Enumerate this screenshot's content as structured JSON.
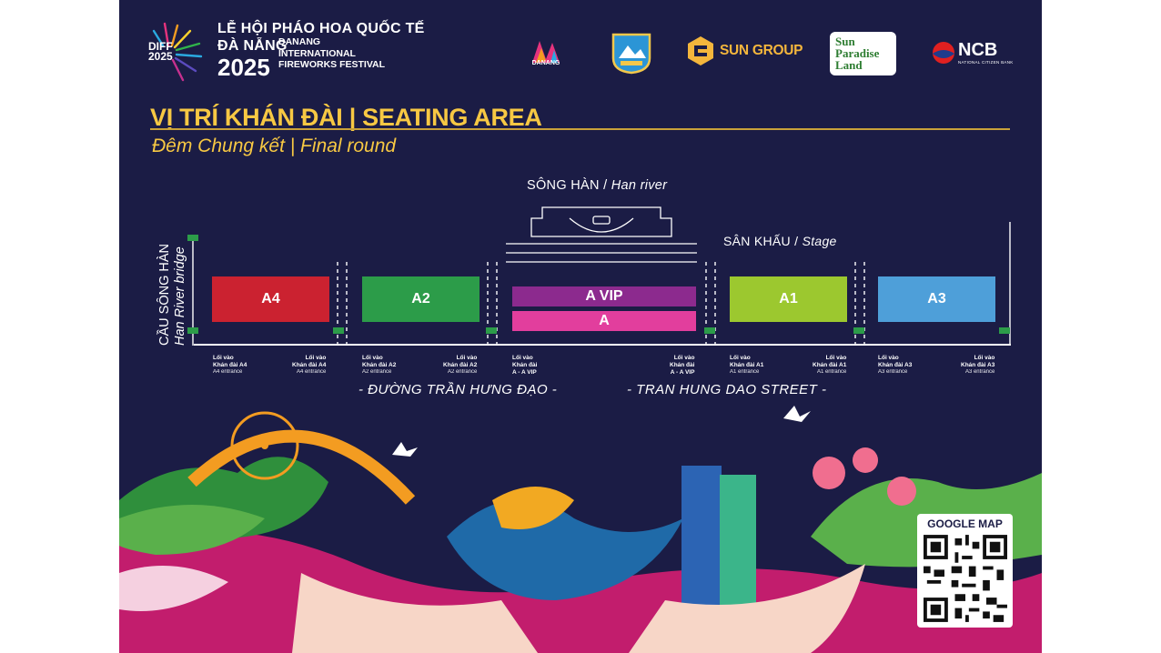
{
  "festival": {
    "logo_text": "DIFF\n2025",
    "name_vn": "LỄ HỘI PHÁO HOA QUỐC TẾ\nĐÀ NẴNG",
    "year": "2025",
    "name_en": "DANANG\nINTERNATIONAL\nFIREWORKS FESTIVAL"
  },
  "sponsors": {
    "danang_label": "DANANG",
    "sun_group": "SUN GROUP",
    "sun_paradise": "Sun\nParadise\nLand",
    "ncb": "NCB",
    "ncb_sub": "NATIONAL CITIZEN BANK"
  },
  "heading": {
    "title": "VỊ TRÍ KHÁN ĐÀI | SEATING AREA",
    "subtitle": "Đêm Chung kết | Final round"
  },
  "map": {
    "river_vn": "SÔNG HÀN",
    "river_en": "Han river",
    "stage_vn": "SÂN KHẤU",
    "stage_en": "Stage",
    "bridge_vn": "CẦU SÔNG HÀN",
    "bridge_en": "Han River bridge",
    "sections": {
      "a4": "A4",
      "a2": "A2",
      "avip": "A VIP",
      "a": "A",
      "a1": "A1",
      "a3": "A3"
    },
    "entrances": [
      {
        "vn": "Lối vào\nKhán đài A4",
        "en": "A4 entrance"
      },
      {
        "vn": "Lối vào\nKhán đài A4",
        "en": "A4 entrance"
      },
      {
        "vn": "Lối vào\nKhán đài A2",
        "en": "A2 entrance"
      },
      {
        "vn": "Lối vào\nKhán đài A2",
        "en": "A2 entrance"
      },
      {
        "vn": "Lối vào\nKhán đài\nA - A VIP",
        "en": ""
      },
      {
        "vn": "Lối vào\nKhán đài\nA - A VIP",
        "en": ""
      },
      {
        "vn": "Lối vào\nKhán đài A1",
        "en": "A1 entrance"
      },
      {
        "vn": "Lối vào\nKhán đài A1",
        "en": "A1 entrance"
      },
      {
        "vn": "Lối vào\nKhán đài A3",
        "en": "A3 entrance"
      },
      {
        "vn": "Lối vào\nKhán đài A3",
        "en": "A3 entrance"
      }
    ],
    "street_vn": "- ĐƯỜNG TRẦN HƯNG ĐẠO -",
    "street_en": "- TRAN HUNG DAO STREET -"
  },
  "qr": {
    "label": "GOOGLE MAP"
  },
  "colors": {
    "background": "#1b1c45",
    "gold": "#f7c843",
    "a4": "#cb2230",
    "a2": "#2c9c49",
    "avip": "#8c2a8e",
    "a": "#e23e9d",
    "a1": "#9cc82f",
    "a3": "#4e9fd9"
  }
}
